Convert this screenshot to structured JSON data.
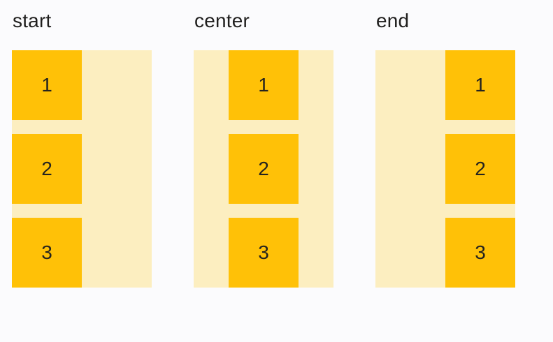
{
  "page": {
    "background": "#FBFBFD"
  },
  "colors": {
    "container_bg": "#FCEEC0",
    "item_bg": "#FFC107",
    "label_text": "#201F1E",
    "item_text": "#24231F"
  },
  "groups": [
    {
      "label": "start",
      "alignment": "start",
      "items": [
        "1",
        "2",
        "3"
      ]
    },
    {
      "label": "center",
      "alignment": "center",
      "items": [
        "1",
        "2",
        "3"
      ]
    },
    {
      "label": "end",
      "alignment": "end",
      "items": [
        "1",
        "2",
        "3"
      ]
    }
  ]
}
